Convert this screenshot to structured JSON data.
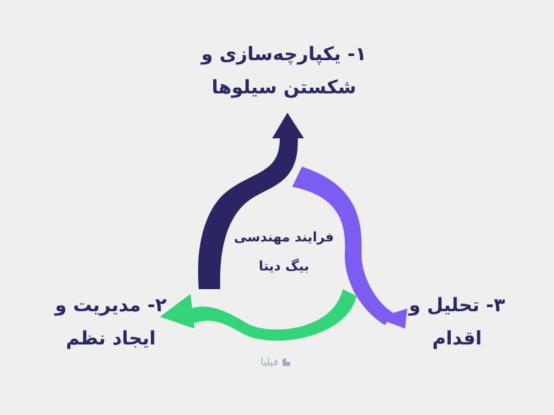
{
  "center": {
    "line1": "فرایند مهندسی",
    "line2": "بیگ دیتا"
  },
  "steps": [
    {
      "number": "1",
      "line1": "۱- یکپارچه‌سازی و",
      "line2": "شکستن سیلوها",
      "color": "#2b2564"
    },
    {
      "number": "2",
      "line1": "۲- مدیریت و",
      "line2": "ایجاد نظم",
      "color": "#34d57a"
    },
    {
      "number": "3",
      "line1": "۳- تحلیل و",
      "line2": "اقدام",
      "color": "#7d5cf2"
    }
  ],
  "logo": {
    "text": "فیلیا",
    "color": "#a3a9c2"
  },
  "colors": {
    "background": "#efefef",
    "text": "#2a2762",
    "navy_arrow": "#2b2564",
    "green_arrow": "#34d57a",
    "purple_arrow": "#7d5cf2"
  }
}
